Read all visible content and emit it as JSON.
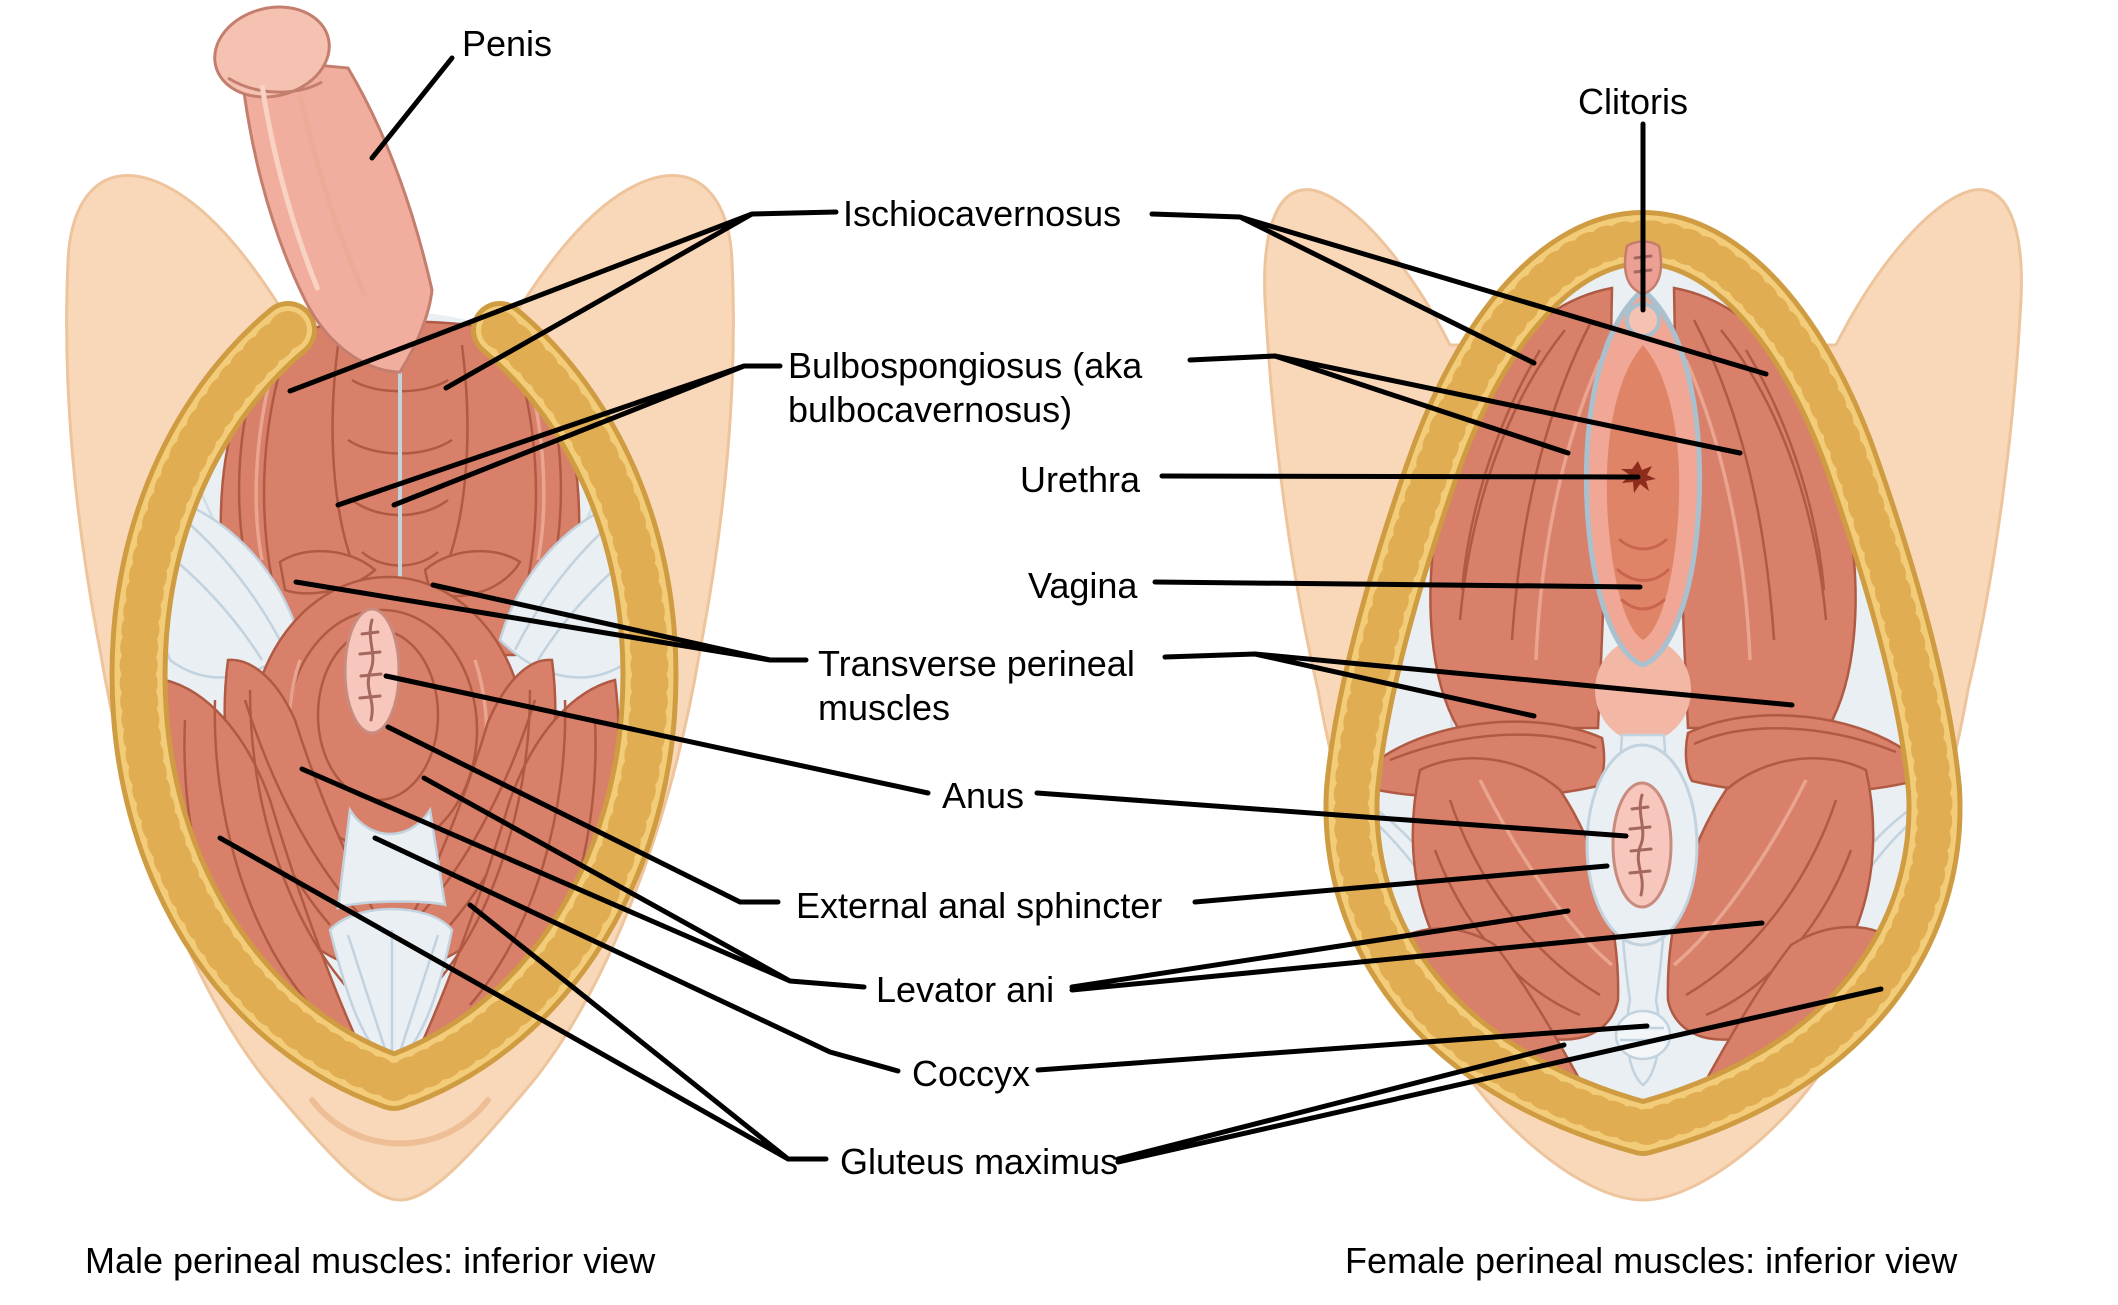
{
  "labels": {
    "penis": "Penis",
    "clitoris": "Clitoris",
    "ischiocavernosus": "Ischiocavernosus",
    "bulbospongiosus": {
      "line1": "Bulbospongiosus (aka",
      "line2": "bulbocavernosus)"
    },
    "urethra": "Urethra",
    "vagina": "Vagina",
    "transverse_perineal": {
      "line1": "Transverse perineal",
      "line2": "muscles"
    },
    "anus": "Anus",
    "external_anal_sphincter": "External anal sphincter",
    "levator_ani": "Levator ani",
    "coccyx": "Coccyx",
    "gluteus_maximus": "Gluteus maximus"
  },
  "captions": {
    "male": "Male perineal muscles: inferior view",
    "female": "Female perineal muscles: inferior view"
  },
  "colors": {
    "leader_line": "#000000",
    "skin": "#f9d8ba",
    "skin_outline": "#eec49d",
    "skin_crease": "#ecba90",
    "fat": "#f3cc79",
    "fat_outline": "#cf9c42",
    "fat_lobule": "#e0ad52",
    "fascia": "#e9eff3",
    "fascia_line": "#c2d2de",
    "muscle": "#d8806a",
    "muscle_dark": "#b05a44",
    "muscle_highlight": "#ecab96",
    "mucosa_pink": "#f7c6bc",
    "mucosa_outline": "#c98b7e",
    "crack": "#a4685e",
    "penis": "#f1ae9e",
    "penis_outline": "#c47e6e",
    "glans": "#f5c2b2",
    "vulva_outer": "#f0a795",
    "vulva_inner": "#e08468",
    "vulva_rim": "#a9c0cf",
    "vulva_fold": "#c9654e",
    "star_red": "#8e2c1c"
  }
}
